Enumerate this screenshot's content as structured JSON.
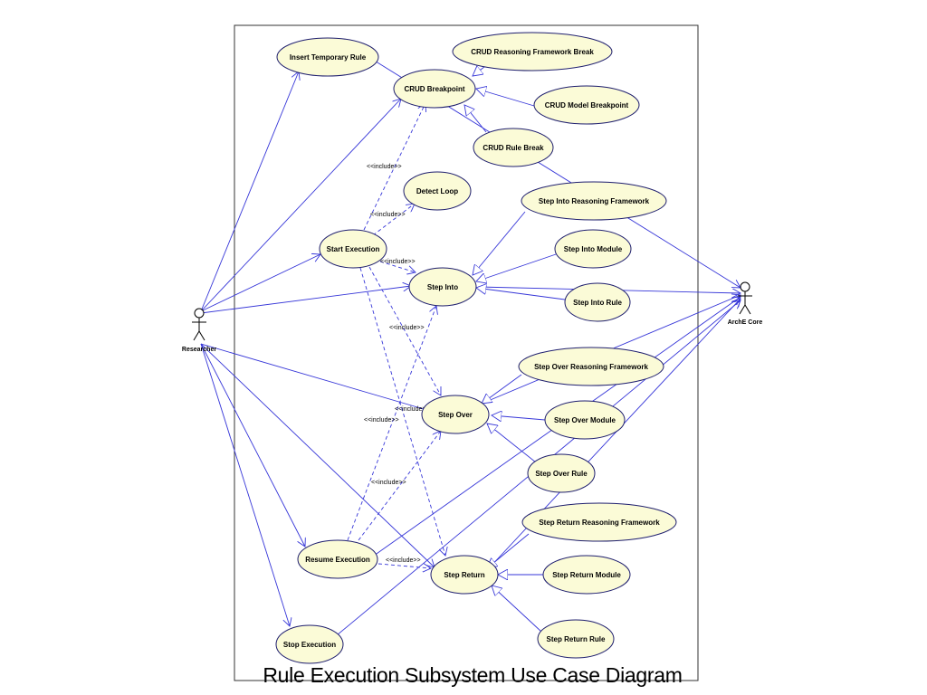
{
  "title": "Rule Execution Subsystem Use Case Diagram",
  "actors": {
    "researcher": "Researcher",
    "arche_core": "ArchE Core"
  },
  "include_label": "<<include>>",
  "use_cases": {
    "insert_temporary_rule": "Insert Temporary Rule",
    "crud_breakpoint": "CRUD Breakpoint",
    "crud_reasoning_framework_break": "CRUD Reasoning Framework Break",
    "crud_model_breakpoint": "CRUD Model Breakpoint",
    "crud_rule_break": "CRUD Rule Break",
    "detect_loop": "Detect Loop",
    "start_execution": "Start Execution",
    "step_into_reasoning_framework": "Step Into Reasoning Framework",
    "step_into_module": "Step Into Module",
    "step_into": "Step Into",
    "step_into_rule": "Step Into Rule",
    "step_over_reasoning_framework": "Step Over Reasoning Framework",
    "step_over": "Step Over",
    "step_over_module": "Step Over Module",
    "step_over_rule": "Step Over Rule",
    "step_return_reasoning_framework": "Step Return Reasoning Framework",
    "resume_execution": "Resume Execution",
    "step_return": "Step Return",
    "step_return_module": "Step Return Module",
    "step_return_rule": "Step Return Rule",
    "stop_execution": "Stop Execution"
  }
}
